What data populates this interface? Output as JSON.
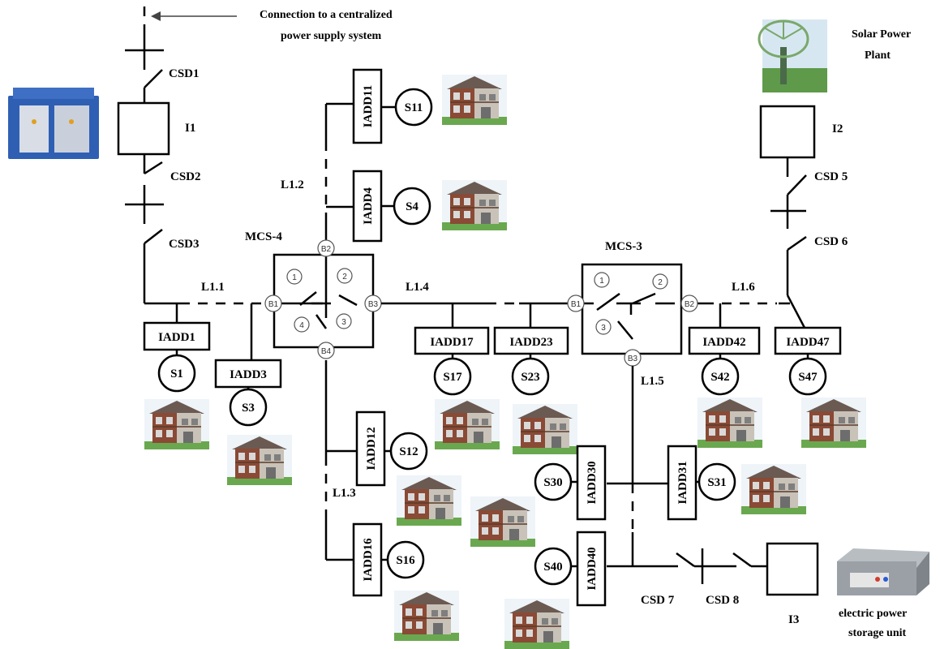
{
  "connection_label": [
    "Connection to a centralized",
    "power supply system"
  ],
  "solar_label": [
    "Solar Power",
    "Plant"
  ],
  "storage_label": [
    "electric power",
    "storage unit"
  ],
  "switches": {
    "csd1": "CSD1",
    "csd2": "CSD2",
    "csd3": "CSD3",
    "csd5": "CSD 5",
    "csd6": "CSD 6",
    "csd7": "CSD 7",
    "csd8": "CSD 8"
  },
  "sources": {
    "i1": "I1",
    "i2": "I2",
    "i3": "I3"
  },
  "lines": {
    "l11": "L1.1",
    "l12": "L1.2",
    "l13": "L1.3",
    "l14": "L1.4",
    "l15": "L1.5",
    "l16": "L1.6"
  },
  "mcs": {
    "mcs4": "MCS-4",
    "mcs3": "MCS-3"
  },
  "mcs_nodes": {
    "b1": "B1",
    "b2": "B2",
    "b3": "B3",
    "b4": "B4",
    "n1": "1",
    "n2": "2",
    "n3": "3",
    "n4": "4"
  },
  "iadd": {
    "iadd1": "IADD1",
    "iadd3": "IADD3",
    "iadd4": "IADD4",
    "iadd11": "IADD11",
    "iadd12": "IADD12",
    "iadd16": "IADD16",
    "iadd17": "IADD17",
    "iadd23": "IADD23",
    "iadd30": "IADD30",
    "iadd31": "IADD31",
    "iadd40": "IADD40",
    "iadd42": "IADD42",
    "iadd47": "IADD47"
  },
  "subscribers": {
    "s1": "S1",
    "s3": "S3",
    "s4": "S4",
    "s11": "S11",
    "s12": "S12",
    "s16": "S16",
    "s17": "S17",
    "s23": "S23",
    "s30": "S30",
    "s31": "S31",
    "s40": "S40",
    "s42": "S42",
    "s47": "S47"
  },
  "colors": {
    "house_wall": "#c9c2b8",
    "house_brick": "#8a4a35",
    "house_roof": "#6b5a52",
    "grass": "#6aa84f",
    "transformer": "#2f5fb3",
    "storage": "#9aa0a6"
  }
}
